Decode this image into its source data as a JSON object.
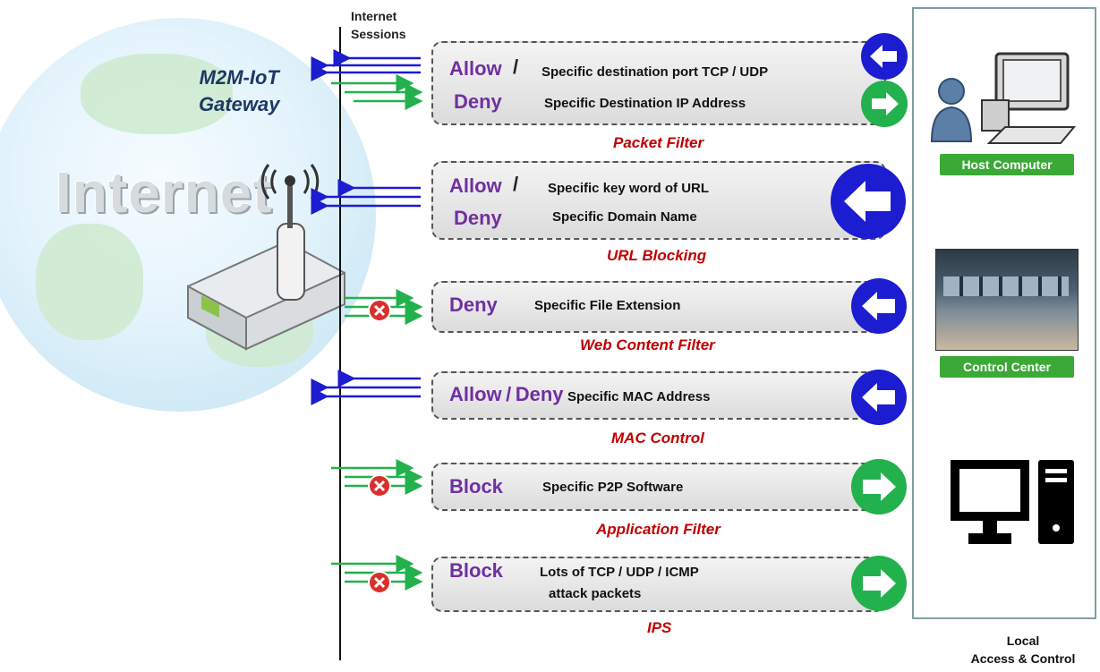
{
  "gateway": {
    "title_line1": "M2M-IoT",
    "title_line2": "Gateway",
    "background_word": "Internet"
  },
  "sessions": {
    "line1": "Internet",
    "line2": "Sessions"
  },
  "rules": [
    {
      "action1": "Allow",
      "slash": "/",
      "action2": "Deny",
      "desc1": "Specific destination port TCP / UDP",
      "desc2": "Specific Destination  IP Address",
      "caption": "Packet Filter"
    },
    {
      "action1": "Allow",
      "slash": "/",
      "action2": "Deny",
      "desc1": "Specific key word of URL",
      "desc2": "Specific Domain  Name",
      "caption": "URL Blocking"
    },
    {
      "action1": "Deny",
      "desc1": "Specific File Extension",
      "caption": "Web Content Filter"
    },
    {
      "action1": "Allow",
      "slash": "/",
      "action2": "Deny",
      "desc1": "Specific MAC Address",
      "caption": "MAC Control"
    },
    {
      "action1": "Block",
      "desc1": "Specific P2P Software",
      "caption": "Application Filter"
    },
    {
      "action1": "Block",
      "desc1": "Lots of TCP / UDP / ICMP",
      "desc2": "attack packets",
      "caption": "IPS"
    }
  ],
  "local": {
    "host_label": "Host Computer",
    "center_label": "Control Center",
    "footer_line1": "Local",
    "footer_line2": "Access & Control"
  },
  "colors": {
    "blue_arrow": "#1c1cd0",
    "green_arrow": "#22b14c",
    "action_purple": "#7030a0",
    "caption_red": "#c00000",
    "label_green": "#3aa935"
  },
  "icons": {
    "inbound": "arrow-left-circle-icon",
    "outbound": "arrow-right-circle-icon",
    "blocked": "block-x-icon",
    "router": "router-icon",
    "user": "user-icon",
    "computer": "desktop-computer-icon",
    "monitor": "monitor-tower-icon"
  }
}
